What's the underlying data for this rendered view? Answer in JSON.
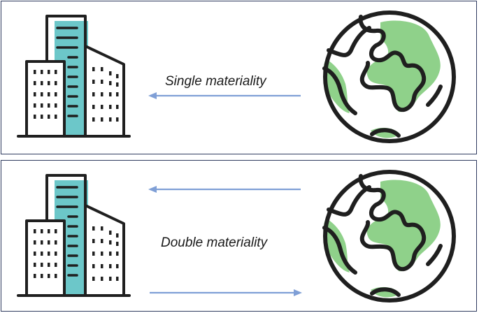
{
  "panels": [
    {
      "id": "single",
      "caption": "Single materiality",
      "arrows": [
        "earth-to-company"
      ]
    },
    {
      "id": "double",
      "caption": "Double materiality",
      "arrows": [
        "earth-to-company",
        "company-to-earth"
      ]
    }
  ],
  "icons": {
    "company": "office-buildings-icon",
    "environment": "globe-icon"
  },
  "colors": {
    "frame": "#2e3a5e",
    "arrow": "#7f9fd6",
    "building_accent": "#6cc7c9",
    "land": "#8fd18a",
    "outline": "#1f1f1f"
  }
}
